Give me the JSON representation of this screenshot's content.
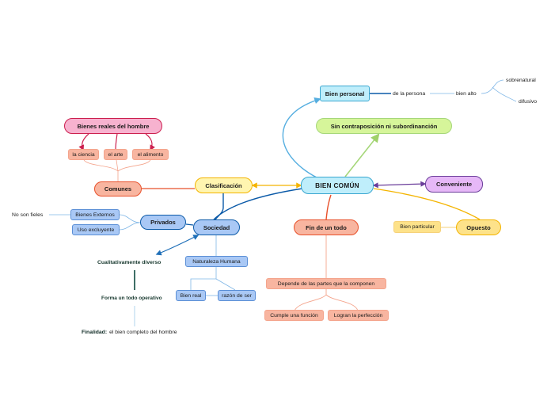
{
  "nodes": {
    "center": "BIEN COMÚN",
    "bien_personal": "Bien personal",
    "de_la_persona": "de la persona",
    "bien_alto": "bien alto",
    "sobrenatural": "sobrenatural",
    "difusivo": "difusivo",
    "sin_contraposicion": "Sin contraposición ni subordinanción",
    "conveniente": "Conveniente",
    "opuesto": "Opuesto",
    "bien_particular": "Bien particular",
    "fin_de_un_todo": "Fin de un todo",
    "depende_partes": "Depende de las partes que la componen",
    "cumple_funcion": "Cumple una función",
    "logran_perfeccion": "Logran la perfección",
    "clasificacion": "Clasificación",
    "comunes": "Comunes",
    "bienes_reales": "Bienes reales del hombre",
    "la_ciencia": "la ciencia",
    "el_arte": "el arte",
    "el_alimento": "el alimento",
    "sociedad": "Sociedad",
    "privados": "Privados",
    "bienes_externos": "Bienes Externos",
    "uso_excluyente": "Uso excluyente",
    "no_son_fieles": "No son fieles",
    "naturaleza_humana": "Naturaleza Humana",
    "bien_real": "Bien real",
    "razon_de_ser": "razón de ser",
    "cualitativamente": "Cualitativamente diverso",
    "forma_todo": "Forma un todo operativo",
    "finalidad_label": "Finalidad:",
    "finalidad_text": "el bien completo del hombre"
  },
  "colors": {
    "blue": "#0b5aa8",
    "light_blue": "#55aee0",
    "cyan_fill": "#bfeefb",
    "cyan_border": "#3aa7d0",
    "green": "#a6d77a",
    "green_fill": "#d6f59a",
    "purple": "#6a3d9a",
    "purple_fill": "#e6b8f7",
    "orange": "#f4b400",
    "yellow_fill": "#fde28a",
    "salmon_fill": "#f8b5a0",
    "red": "#e8502a",
    "pink_fill": "#f7b2cf",
    "crimson": "#cc1f4e",
    "periwinkle_fill": "#a9c8f5",
    "dark_teal": "#0e4a40"
  }
}
